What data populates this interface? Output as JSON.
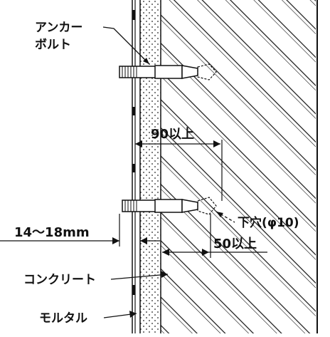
{
  "colors": {
    "ink": "#111111",
    "paper": "#ffffff",
    "mortar_fill": "#ffffff",
    "dot": "#222222"
  },
  "labels": {
    "anchor_bolt_line1": "アンカー",
    "anchor_bolt_line2": "ボルト",
    "pilot_hole": "下穴(φ10)",
    "concrete": "コンクリート",
    "mortar": "モルタル"
  },
  "dimensions": {
    "bolt_spacing": "90以上",
    "embed_depth": "50以上",
    "mortar_thickness": "14〜18mm"
  },
  "icons": {
    "anchor_bolt": "anchor-bolt-icon",
    "hatch": "concrete-hatch-pattern"
  }
}
